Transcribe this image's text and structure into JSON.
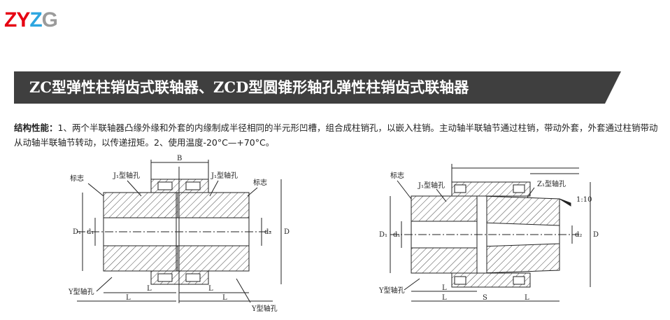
{
  "logo": {
    "part1": "ZY",
    "part2": "Z",
    "part3": "G"
  },
  "banner": {
    "title": "ZC型弹性柱销齿式联轴器、ZCD型圆锥形轴孔弹性柱销齿式联轴器"
  },
  "description": {
    "label": "结构性能：",
    "text": "1、两个半联轴器凸缘外缘和外套的内缘制成半径相同的半元形凹槽，组合成柱销孔，以嵌入柱销。主动轴半联轴节通过柱销，带动外套，外套通过柱销带动从动轴半联轴节转动，以传递扭矩。2、使用温度-20°C—+70°C。"
  },
  "diagram_left": {
    "labels": [
      "B",
      "标志",
      "J₁型轴孔",
      "J₁型轴孔",
      "标志",
      "D₁",
      "d₁",
      "d₂",
      "D",
      "Y型轴孔",
      "L",
      "L",
      "L",
      "L",
      "Y型轴孔"
    ]
  },
  "diagram_right": {
    "labels": [
      "标志",
      "J₁型轴孔",
      "Z₁型轴孔",
      "1:10",
      "D₁",
      "d₁",
      "d₂",
      "D",
      "Y型轴孔",
      "L",
      "L",
      "S",
      "L"
    ]
  },
  "colors": {
    "banner": "#3f3f3f",
    "logo_red": "#e60012",
    "logo_blue": "#2ca6e0"
  }
}
